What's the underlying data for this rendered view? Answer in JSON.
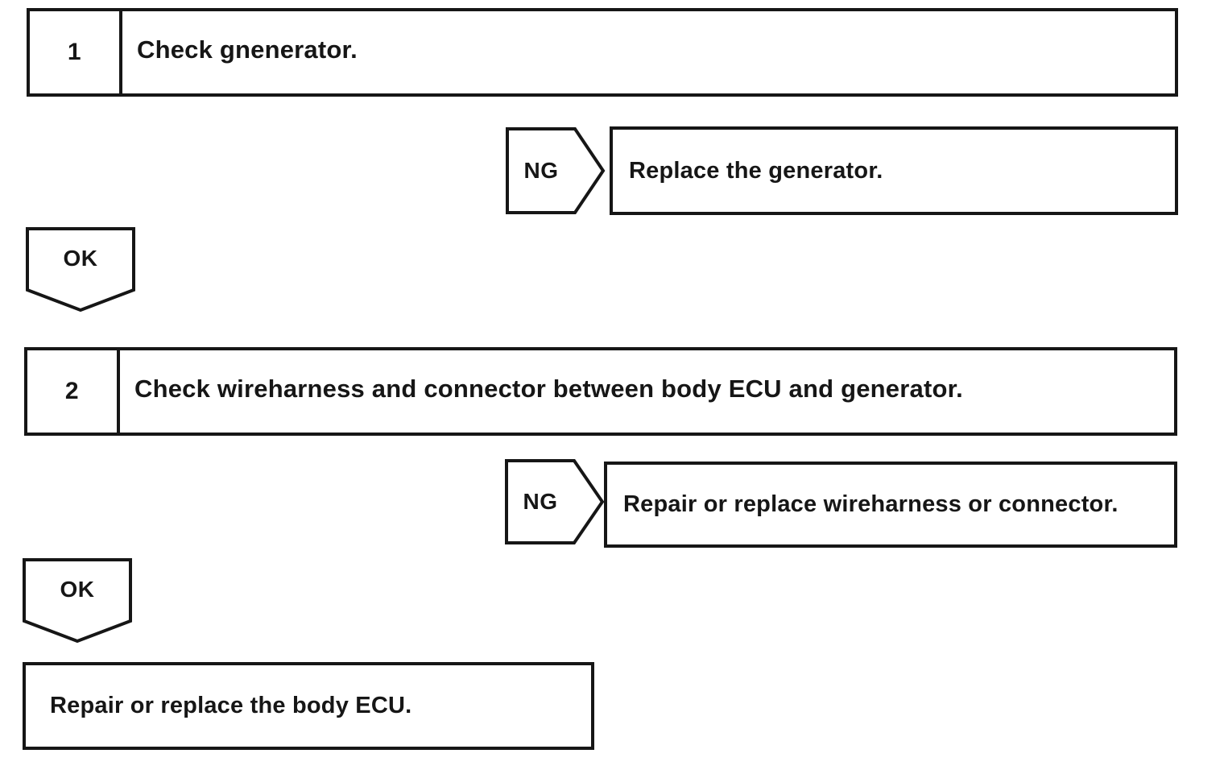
{
  "page": {
    "background_color": "#ffffff",
    "line_color": "#161616"
  },
  "flowchart": {
    "step1": {
      "number": "1",
      "title": "Check gnenerator."
    },
    "step1_ng": {
      "label": "NG",
      "action": "Replace the generator."
    },
    "step1_ok": {
      "label": "OK"
    },
    "step2": {
      "number": "2",
      "title": "Check wireharness and connector between body ECU and generator."
    },
    "step2_ng": {
      "label": "NG",
      "action": "Repair or replace wireharness or connector."
    },
    "step2_ok": {
      "label": "OK"
    },
    "final": {
      "action": "Repair or replace the body ECU."
    }
  }
}
